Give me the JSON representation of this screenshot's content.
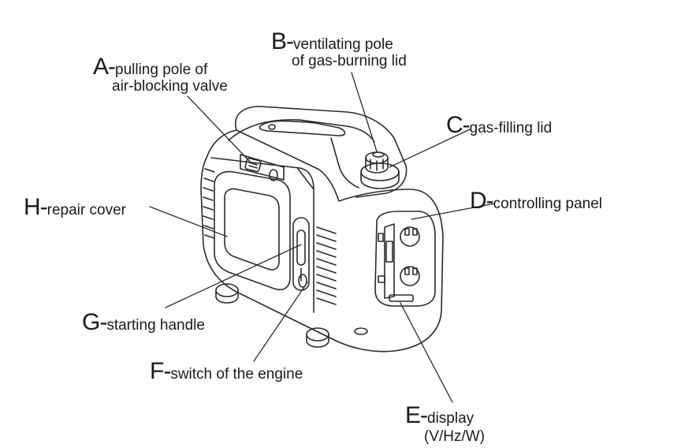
{
  "labels": {
    "A": {
      "letter": "A-",
      "text": "pulling pole of",
      "text2": "air-blocking valve"
    },
    "B": {
      "letter": "B-",
      "text": "ventilating pole",
      "text2": "of gas-burning lid"
    },
    "C": {
      "letter": "C-",
      "text": "gas-filling lid"
    },
    "D": {
      "letter": "D-",
      "text": "controlling panel"
    },
    "E": {
      "letter": "E-",
      "text": "display",
      "text2": "(V/Hz/W)"
    },
    "F": {
      "letter": "F-",
      "text": "switch of the engine"
    },
    "G": {
      "letter": "G-",
      "text": "starting handle"
    },
    "H": {
      "letter": "H-",
      "text": "repair cover"
    }
  }
}
